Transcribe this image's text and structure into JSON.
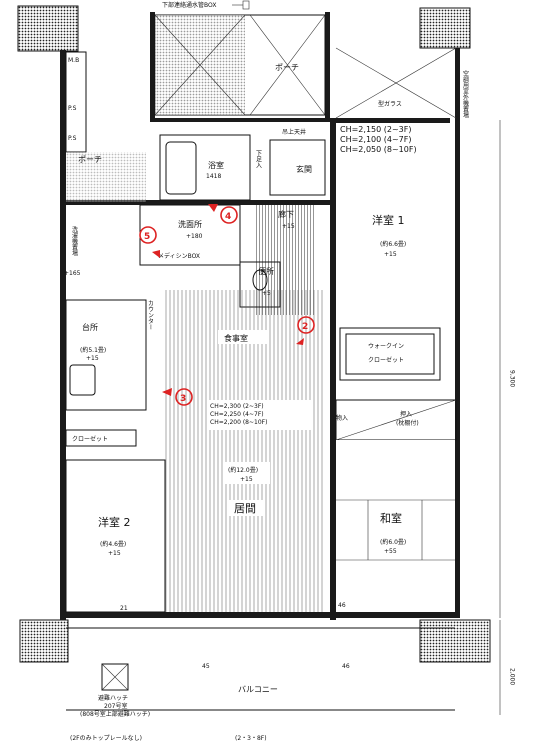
{
  "top_label": "下部連絡通水管BOX",
  "rooms": {
    "porch_top": "ポーチ",
    "porch_side": "ポーチ",
    "bath": "浴室",
    "bath_size": "1418",
    "washroom": "洗面所",
    "washroom_level": "+180",
    "corridor": "廊下",
    "corridor_level": "+15",
    "entrance": "玄関",
    "toilet": "便所",
    "toilet_level": "+5",
    "kitchen": "台所",
    "kitchen_area": "(約5.1畳)",
    "kitchen_level": "+15",
    "dining": "食事室",
    "living": "居間",
    "living_area": "(約12.0畳)",
    "living_level": "+15",
    "western1": "洋室 1",
    "western1_area": "(約6.6畳)",
    "western1_level": "+15",
    "western2": "洋室 2",
    "western2_area": "(約4.6畳)",
    "western2_level": "+15",
    "japanese": "和室",
    "japanese_area": "(約6.0畳)",
    "japanese_level": "+55",
    "walkin": "ウォークイン",
    "walkin2": "クローゼット",
    "closet": "クローゼット",
    "oshiire": "押入",
    "oshiire_note": "(枕棚付)",
    "storage": "物入",
    "balcony": "バルコニー",
    "mb": "M.B",
    "ps": "P.S",
    "medicine_box": "メディシンBOX",
    "washer": "洗濯機置場",
    "fixed_glass": "型ガラス"
  },
  "notes": {
    "hatch_label": "避難ハッチ",
    "hatch_room": "207号室",
    "hatch_note": "(808号室上部避難ハッチ)",
    "rail_note": "(2Fのみトップレールなし)",
    "floors_note": "(2・3・8F)",
    "ac_note": "空調用室外機置場",
    "ceiling_top": "CH=2,150 (2~3F)",
    "ceiling_mid": "CH=2,100 (4~7F)",
    "ceiling_bot": "CH=2,050 (8~10F)",
    "living_ch1": "CH=2,300 (2~3F)",
    "living_ch2": "CH=2,250 (4~7F)",
    "living_ch3": "CH=2,200 (8~10F)",
    "kitchen_ch": "+165",
    "dim_21": "21",
    "dim_46_right": "46",
    "dim_45": "45",
    "dim_46_bottom": "46",
    "dim_9300": "9,300",
    "dim_2000": "2,000",
    "kitchen_counter": "カウンター",
    "shoes": "下足入",
    "kami_nage": "吊上天井"
  },
  "markers": [
    "2",
    "3",
    "4",
    "5"
  ],
  "colors": {
    "marker": "#dd2222",
    "wall": "#1a1a1a"
  }
}
